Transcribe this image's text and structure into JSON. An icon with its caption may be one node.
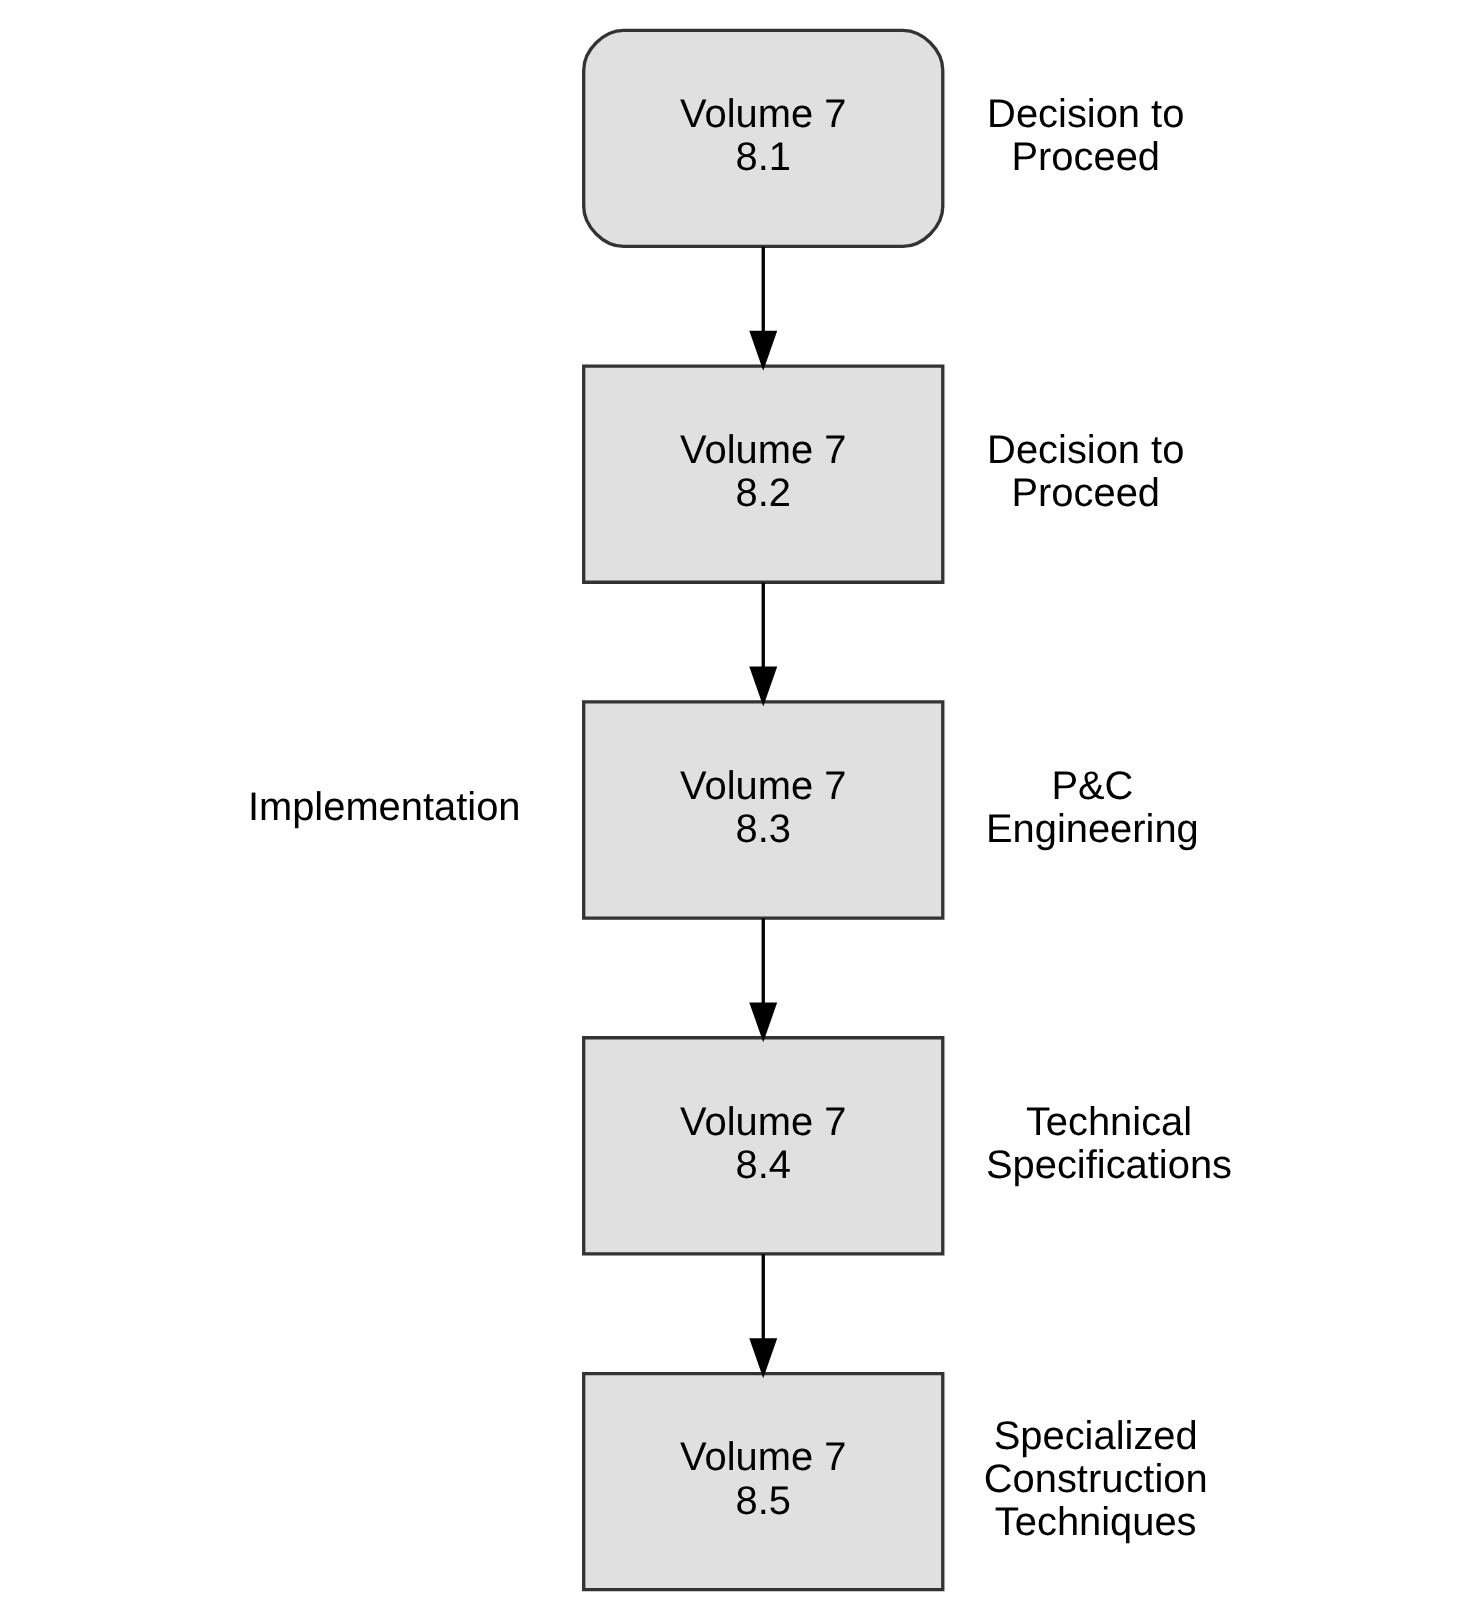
{
  "diagram": {
    "nodes": [
      {
        "text": [
          "Volume 7",
          "8.1"
        ],
        "beside": [
          "Decision to Proceed"
        ]
      },
      {
        "text": [
          "Volume 7",
          "8.2"
        ],
        "beside": [
          "Decision to Proceed"
        ]
      },
      {
        "text": [
          "Volume 7",
          "8.3"
        ],
        "beside": [
          "P&C Engineering"
        ]
      },
      {
        "text": [
          "Volume 7",
          "8.4"
        ],
        "beside": [
          "Technical Specifications"
        ]
      },
      {
        "text": [
          "Volume 7",
          "8.5"
        ],
        "beside": [
          "Specialized Construction Techniques"
        ]
      }
    ],
    "edges": [
      {
        "from": 0,
        "to": 1,
        "arrow": "to"
      },
      {
        "from": 1,
        "to": 2,
        "arrow": "to"
      },
      {
        "from": 2,
        "to": 3,
        "arrow": "to"
      },
      {
        "from": 3,
        "to": 4,
        "arrow": "to"
      }
    ],
    "labels": [
      "Implementation"
    ]
  }
}
